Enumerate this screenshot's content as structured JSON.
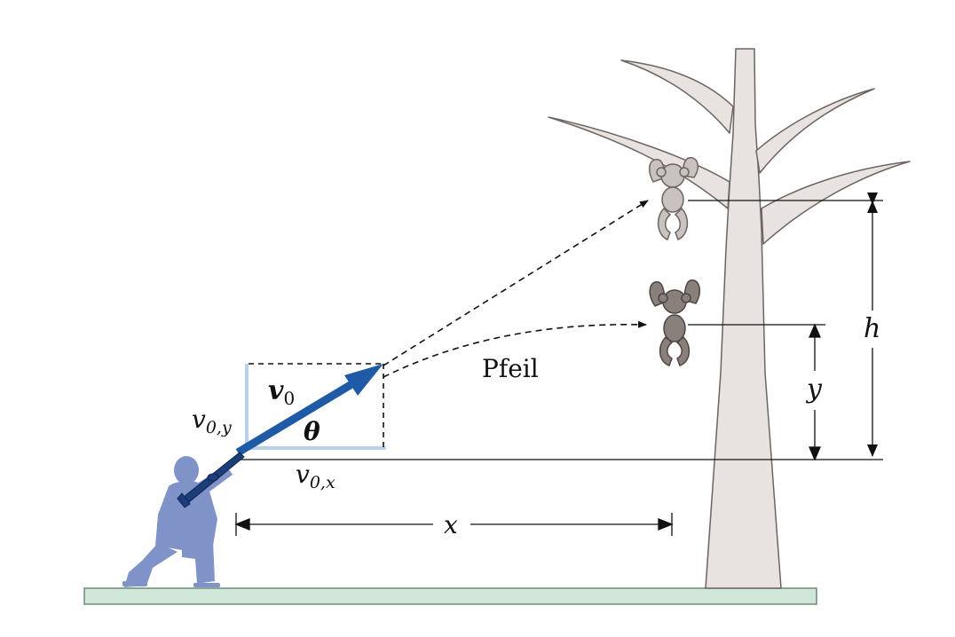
{
  "labels": {
    "v0": "v",
    "v0_sub": "0",
    "v0y": "v",
    "v0y_sub": "0,y",
    "v0x": "v",
    "v0x_sub": "0,x",
    "theta": "θ",
    "arrow": "Pfeil",
    "x": "x",
    "y": "y",
    "h": "h"
  },
  "colors": {
    "tree": "#e8e3e0",
    "tree_stroke": "#6d6461",
    "hunter": "#7f93c9",
    "velocity": "#1f5aa6",
    "components": "#b8d2ec",
    "ground": "#cfe6d8",
    "monkey_top": "#c9c3c0",
    "monkey_low": "#8a807b"
  }
}
